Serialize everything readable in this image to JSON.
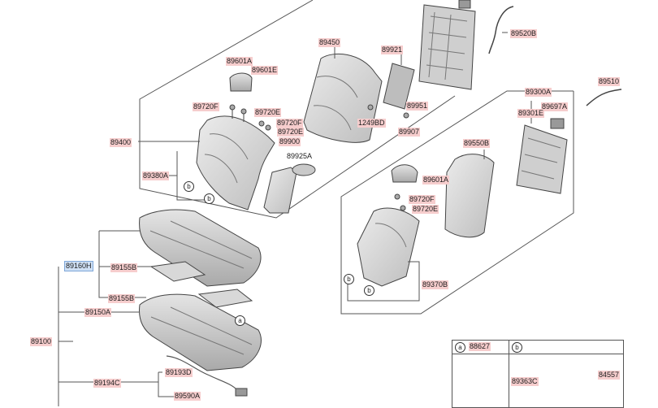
{
  "labels": {
    "l89520B": "89520B",
    "l89450": "89450",
    "l89921": "89921",
    "l89601A_top": "89601A",
    "l89601E": "89601E",
    "l89720F_1": "89720F",
    "l89720E_1": "89720E",
    "l89720F_2": "89720F",
    "l89720E_2": "89720E",
    "l1249BD": "1249BD",
    "l89951": "89951",
    "l89907": "89907",
    "l89400": "89400",
    "l89900": "89900",
    "l89925A": "89925A",
    "l89380A": "89380A",
    "l89510": "89510",
    "l89300A": "89300A",
    "l89697A": "89697A",
    "l89301E": "89301E",
    "l89550B": "89550B",
    "l89601A_r": "89601A",
    "l89720F_r": "89720F",
    "l89720E_r": "89720E",
    "l89370B": "89370B",
    "l89160H": "89160H",
    "l89155B_1": "89155B",
    "l89155B_2": "89155B",
    "l89150A": "89150A",
    "l89100": "89100",
    "l89194C": "89194C",
    "l89193D": "89193D",
    "l89590A": "89590A"
  },
  "callouts": {
    "a": "a",
    "b": "b"
  },
  "legend": {
    "col_a_letter": "a",
    "col_a_part": "88627",
    "col_b_letter": "b",
    "col_b_part1": "89363C",
    "col_b_part2": "84557"
  },
  "colors": {
    "label_bg": "#f6cdcd",
    "selected_bg": "#cfe0f5",
    "part_fill": "#d6d6d6",
    "part_stroke": "#444444"
  }
}
